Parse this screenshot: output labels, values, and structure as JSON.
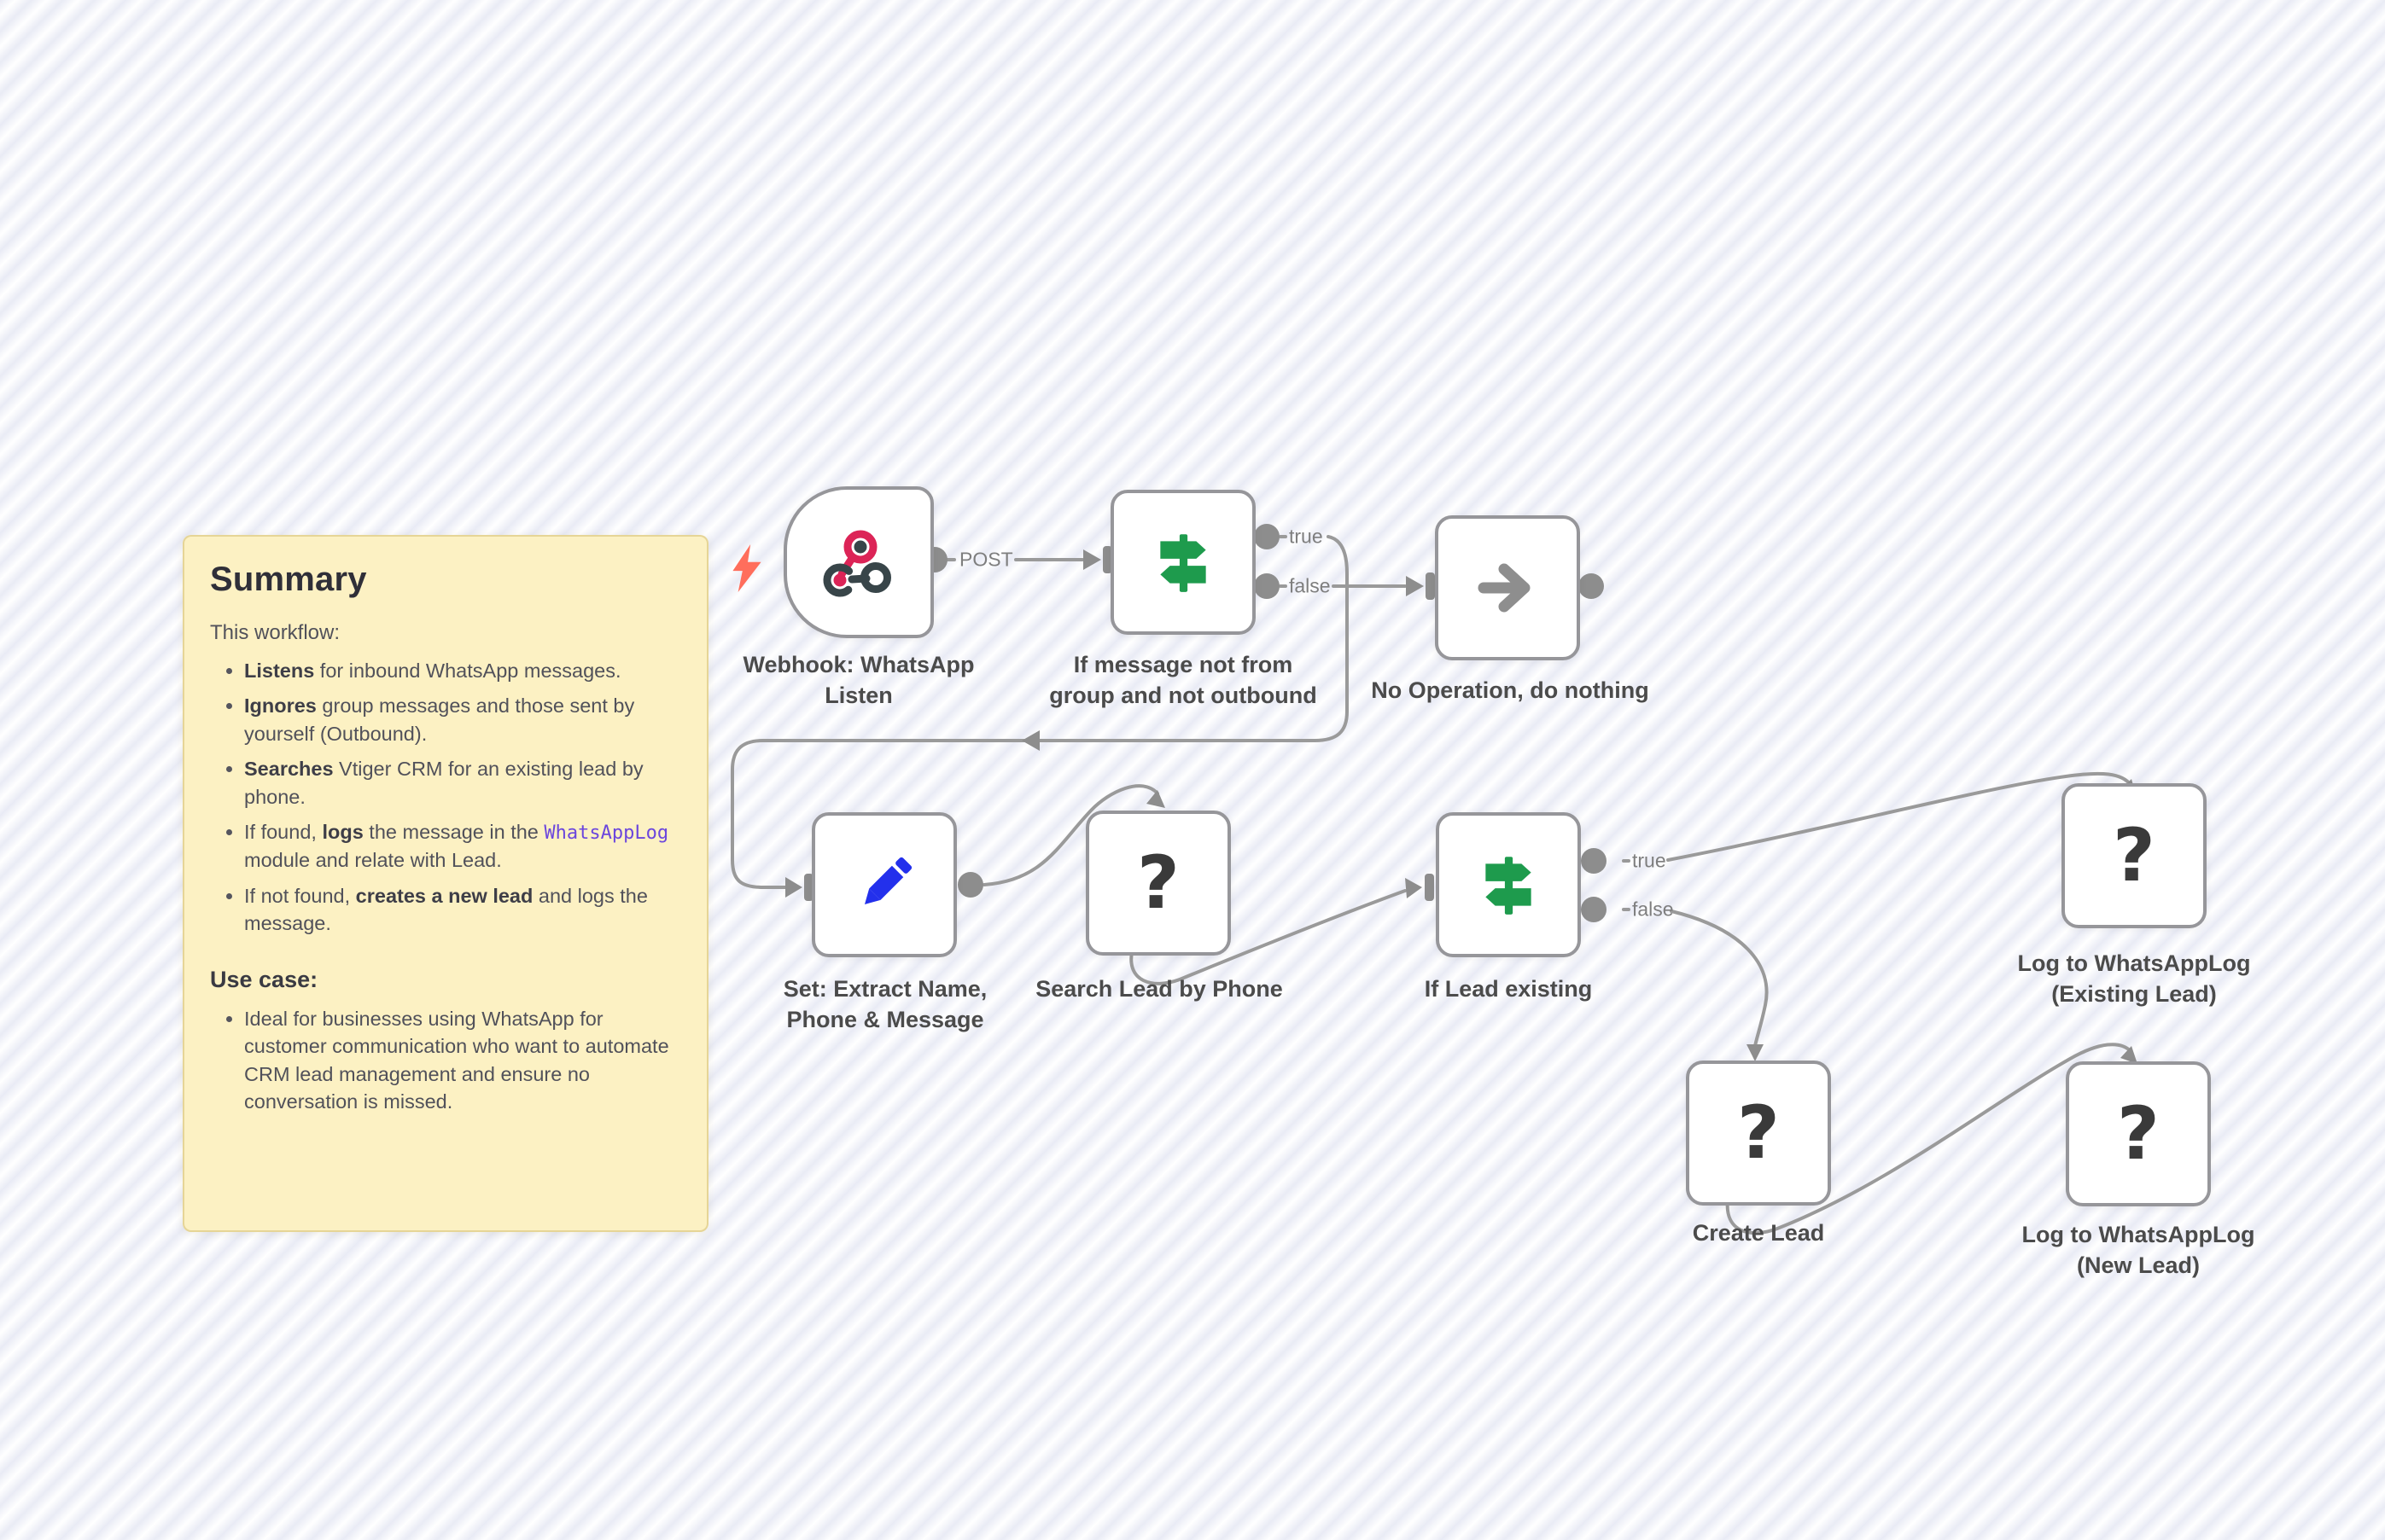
{
  "workflow": {
    "question_glyph": "?",
    "nodes": [
      {
        "label": "Webhook: WhatsApp\nListen",
        "icon": "webhook-icon"
      },
      {
        "label": "If message not from\ngroup and not outbound",
        "icon": "signpost-icon"
      },
      {
        "label": "No Operation, do nothing",
        "icon": "arrow-right-icon"
      },
      {
        "label": "Set: Extract Name,\nPhone & Message",
        "icon": "pencil-icon"
      },
      {
        "label": "Search Lead by Phone",
        "icon": "question-icon"
      },
      {
        "label": "If Lead existing",
        "icon": "signpost-icon"
      },
      {
        "label": "Log to WhatsAppLog\n(Existing Lead)",
        "icon": "question-icon"
      },
      {
        "label": "Create Lead",
        "icon": "question-icon"
      },
      {
        "label": "Log to WhatsAppLog\n(New Lead)",
        "icon": "question-icon"
      }
    ],
    "connector_labels": {
      "webhook_output": "POST",
      "if_message_true": "true",
      "if_message_false": "false",
      "if_lead_true": "true",
      "if_lead_false": "false"
    }
  },
  "note": {
    "title": "Summary",
    "intro": "This workflow:",
    "bullets": [
      [
        {
          "t": "Listens",
          "b": true
        },
        {
          "t": " for inbound WhatsApp messages."
        }
      ],
      [
        {
          "t": "Ignores",
          "b": true
        },
        {
          "t": " group messages and those sent by yourself (Outbound)."
        }
      ],
      [
        {
          "t": "Searches",
          "b": true
        },
        {
          "t": " Vtiger CRM for an existing lead by phone."
        }
      ],
      [
        {
          "t": "If found, "
        },
        {
          "t": "logs",
          "b": true
        },
        {
          "t": " the message in the "
        },
        {
          "t": "WhatsAppLog",
          "code": true
        },
        {
          "t": " module and relate with Lead."
        }
      ],
      [
        {
          "t": "If not found, "
        },
        {
          "t": "creates a new lead",
          "b": true
        },
        {
          "t": " and logs the message."
        }
      ]
    ],
    "use_case_title": "Use case:",
    "use_case_bullets": [
      [
        {
          "t": "Ideal for businesses using WhatsApp for customer communication who want to automate CRM lead management and ensure no conversation is missed."
        }
      ]
    ]
  },
  "colors": {
    "webhook_pink": "#dc2457",
    "webhook_dark": "#384549",
    "signpost_green": "#1e9b4d",
    "pencil_blue": "#2330ec",
    "bolt_orange": "#ff6e5c",
    "note_bg": "#fcf1c3",
    "code_purple": "#6b46dd",
    "wire_gray": "#9a9a9a"
  }
}
